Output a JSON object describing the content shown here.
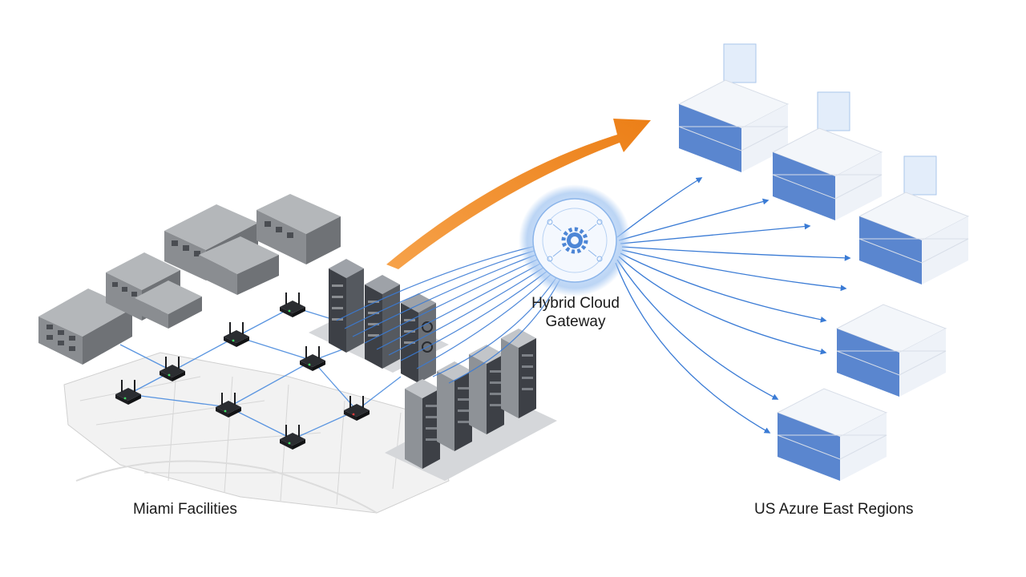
{
  "labels": {
    "left_site": "Miami Facilities",
    "gateway": "Hybrid Cloud Gateway",
    "right_site": "US Azure East Regions"
  },
  "colors": {
    "background": "#ffffff",
    "building": "#8f9296",
    "server_chassis": "#3d4046",
    "connection_line": "#3a7bd5",
    "migration_arrow": "#ef8a24",
    "cloud_server_top": "#f3f6fa",
    "cloud_server_panel": "#5a86cf",
    "gateway_glow": "#9fc3f0"
  },
  "icons": {
    "gateway": "gear-icon",
    "wireless": "wifi-router-icon",
    "on_prem": "server-rack-icon",
    "cloud": "cloud-server-stack-icon"
  }
}
